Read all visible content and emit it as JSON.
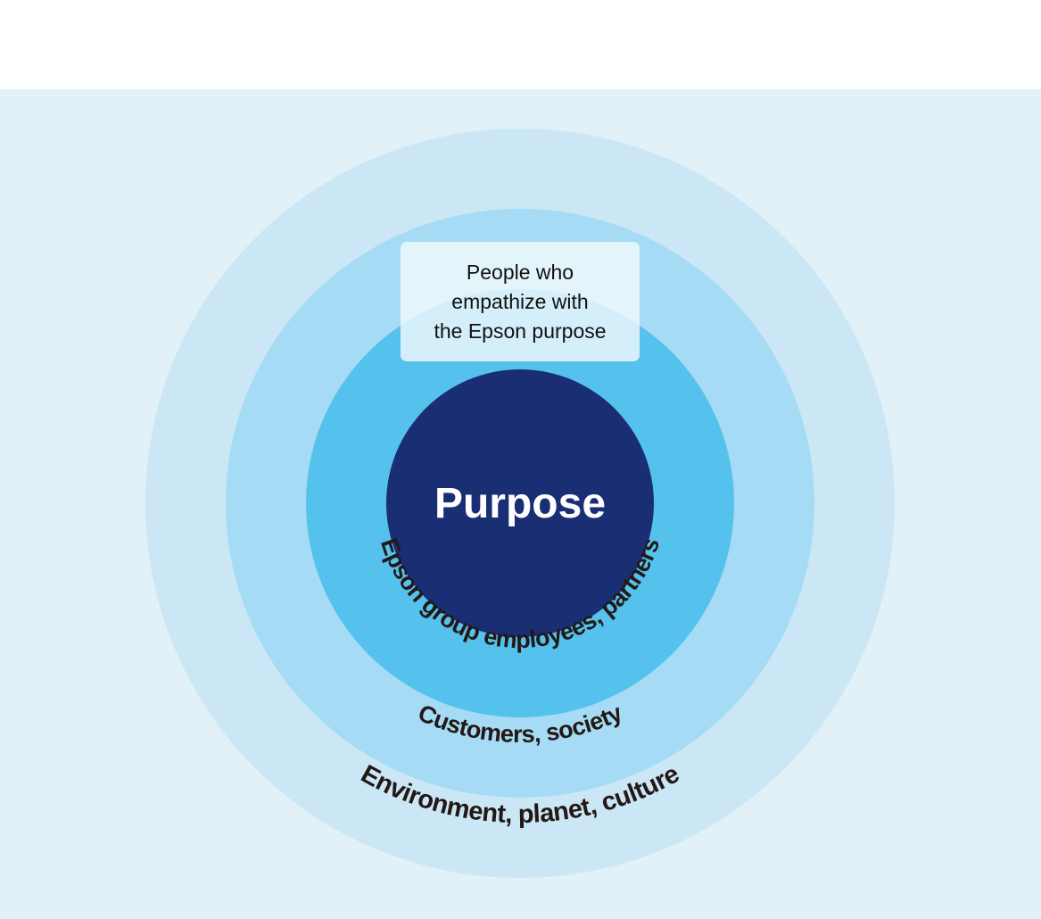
{
  "diagram": {
    "title": "Purpose",
    "colors": {
      "background": "#e2f0f8",
      "ring_outer": "#cbe7f5",
      "ring_second": "#a5dbf4",
      "ring_third": "#55c2ed",
      "core": "#1a2e74",
      "label_text": "#231815",
      "core_text": "#ffffff"
    },
    "rings": [
      {
        "id": "core",
        "label": "Purpose"
      },
      {
        "id": "employees",
        "label": "Epson group employees, partners"
      },
      {
        "id": "customers",
        "label": "Customers, society"
      },
      {
        "id": "environment",
        "label": "Environment, planet, culture"
      }
    ],
    "callout": {
      "lines": [
        "People who",
        "empathize with",
        "the Epson purpose"
      ]
    }
  }
}
